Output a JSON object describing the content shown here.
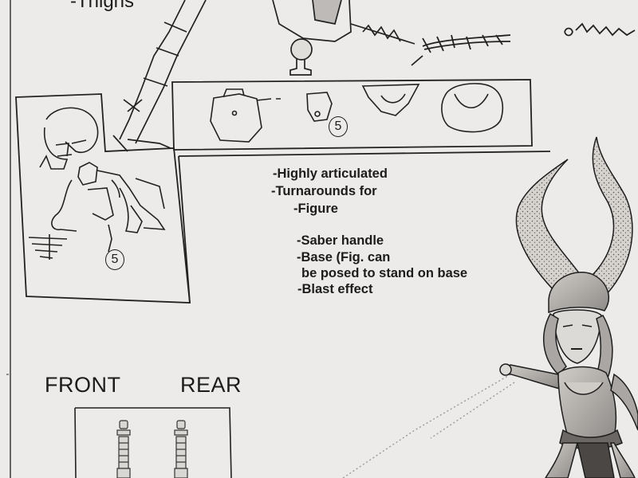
{
  "sheet": {
    "top_heading": "-Thighs",
    "marks": {
      "part_five_a": "5",
      "part_five_b": "5"
    },
    "notes": {
      "line1": "-Highly articulated",
      "line2": "-Turnarounds for",
      "line3": "-Figure",
      "line4": "-Saber handle",
      "line5": "-Base (Fig. can",
      "line6": "be posed to stand on base",
      "line7": "-Blast effect"
    },
    "views": {
      "front_label": "FRONT",
      "rear_label": "REAR"
    },
    "colors": {
      "paper": "#ecebe9",
      "ink": "#1c1c1c"
    }
  }
}
